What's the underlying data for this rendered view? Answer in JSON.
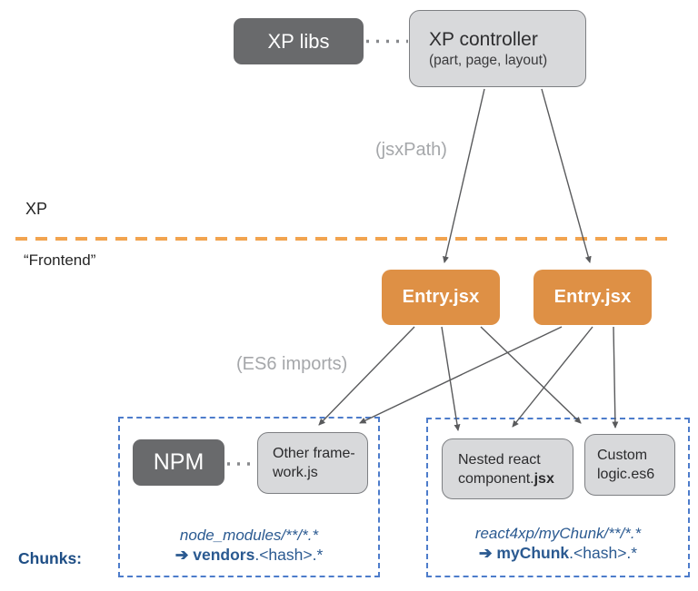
{
  "diagram": {
    "xp_libs_label": "XP libs",
    "controller": {
      "title": "XP controller",
      "subtitle": "(part, page, layout)"
    },
    "jsxpath_label": "(jsxPath)",
    "zone_top_label": "XP",
    "zone_bottom_label": "“Frontend”",
    "entry_left_label": "Entry.jsx",
    "entry_right_label": "Entry.jsx",
    "es6_imports_label": "(ES6 imports)",
    "npm_label": "NPM",
    "other_framework": {
      "line1": "Other frame-",
      "line2": "work.js"
    },
    "nested_react": {
      "line1": "Nested react",
      "line2_prefix": "component.",
      "line2_bold": "jsx"
    },
    "custom_logic": {
      "line1": "Custom",
      "line2": "logic.es6"
    },
    "chunks_label": "Chunks:",
    "left_chunk": {
      "pattern": "node_modules/**/*.*",
      "arrow_bold": "➔ vendors",
      "rest": ".<hash>.*"
    },
    "right_chunk": {
      "pattern": "react4xp/myChunk/**/*.*",
      "arrow_bold": "➔ myChunk",
      "rest": ".<hash>.*"
    },
    "colors": {
      "dark_box": "#696a6c",
      "light_box_fill": "#d8d9db",
      "light_box_border": "#7d7f82",
      "orange_box": "#de9045",
      "orange_divider": "#f2a44f",
      "arrow_gray": "#595a5c",
      "blue_dashed_border": "#4d7ccb",
      "blue_text": "#2b5a91",
      "chunks_text": "#1e4e85",
      "gray_label": "#a5a7aa"
    }
  }
}
